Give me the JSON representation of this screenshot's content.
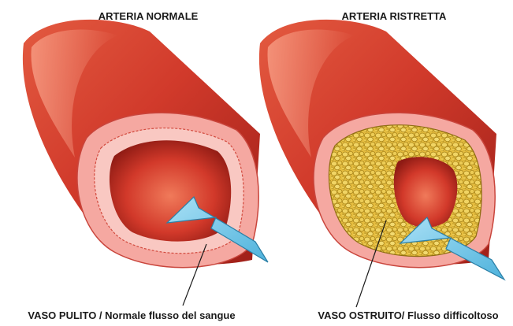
{
  "panels": [
    {
      "title": "ARTERIA NORMALE",
      "caption": "VASO PULITO / Normale flusso del sangue"
    },
    {
      "title": "ARTERIA RISTRETTA",
      "caption": "VASO OSTRUITO/ Flusso difficoltoso"
    }
  ],
  "colors": {
    "artery_dark": "#b0281f",
    "artery_mid": "#d9442f",
    "artery_light": "#f48a6e",
    "wall_pink": "#f7b3ae",
    "lumen_red": "#c62b24",
    "plaque_yellow": "#e8c247",
    "plaque_outline": "#9c7a17",
    "arrow_blue": "#6fc6e8",
    "arrow_edge": "#2b7fa6",
    "leader_line": "#1a1a1a"
  }
}
